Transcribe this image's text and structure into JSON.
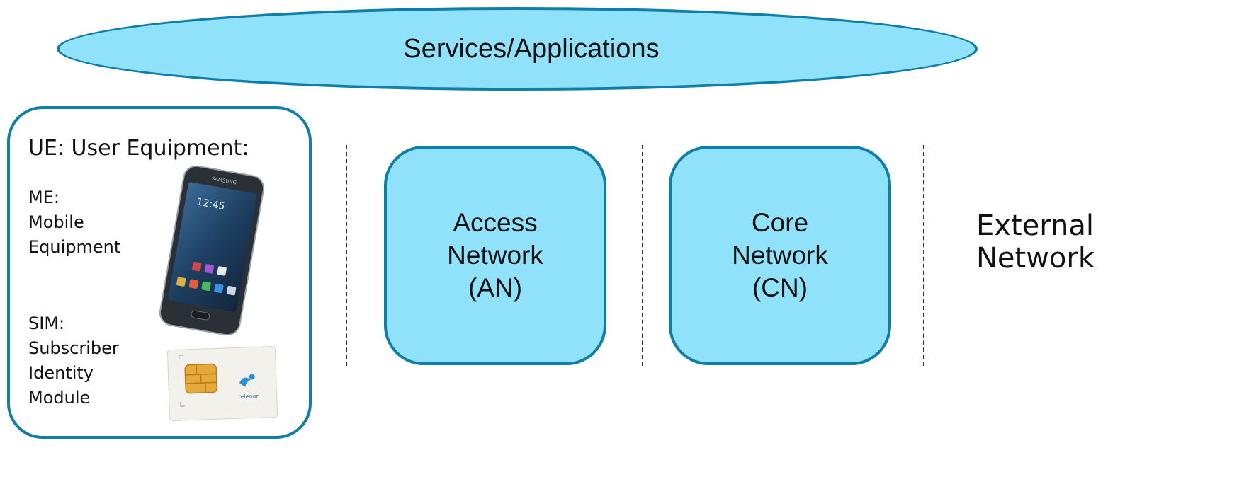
{
  "services": {
    "label": "Services/Applications"
  },
  "ue": {
    "title": "UE: User Equipment:",
    "me": [
      "ME:",
      "Mobile",
      "Equipment"
    ],
    "sim": [
      "SIM:",
      "Subscriber",
      "Identity",
      "Module"
    ],
    "phone_brand": "SAMSUNG",
    "sim_brand": "telenor"
  },
  "access_network": [
    "Access",
    "Network",
    "(AN)"
  ],
  "core_network": [
    "Core",
    "Network",
    "(CN)"
  ],
  "external_network": [
    "External",
    "Network"
  ],
  "colors": {
    "fill": "#8fe2fa",
    "border": "#0f7fa8"
  }
}
